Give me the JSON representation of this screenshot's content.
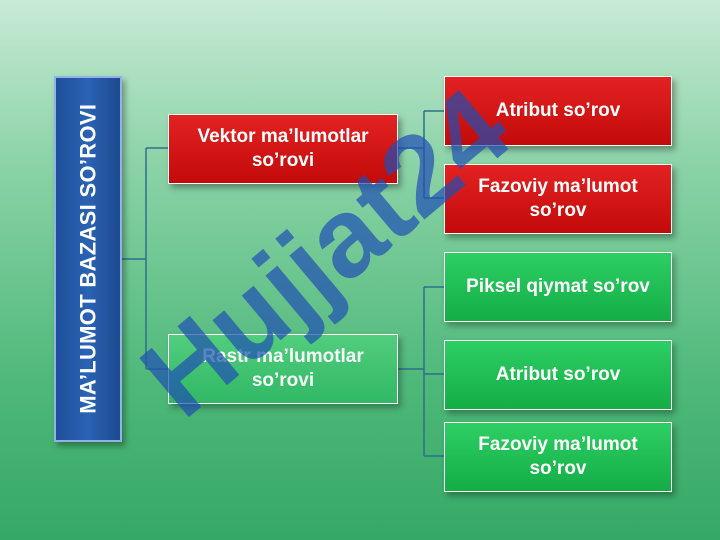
{
  "diagram": {
    "root": {
      "label": "MA’LUMOT BAZASI SO’ROVI"
    },
    "branches": [
      {
        "label_line1": "Vektor ma’lumotlar",
        "label_line2": "so’rovi",
        "color": "#d41414",
        "children": [
          {
            "label_line1": "Atribut so’rov",
            "label_line2": ""
          },
          {
            "label_line1": "Fazoviy ma’lumot",
            "label_line2": "so’rov"
          }
        ]
      },
      {
        "label_line1": "Rastr ma’lumotlar",
        "label_line2": "so’rovi",
        "color": "#22bf58",
        "children": [
          {
            "label_line1": "Piksel qiymat so’rov",
            "label_line2": ""
          },
          {
            "label_line1": "Atribut so’rov",
            "label_line2": ""
          },
          {
            "label_line1": "Fazoviy ma’lumot",
            "label_line2": "so’rov"
          }
        ]
      }
    ]
  },
  "colors": {
    "root_fill": "#2a62b4",
    "red_fill": "#d41414",
    "green_fill": "#22bf58",
    "connector": "#2e6f8e",
    "background_top": "#c8ead6",
    "background_bottom": "#36a865",
    "watermark": "#1f4fb3"
  },
  "watermark": {
    "text": "Hujjat24"
  }
}
